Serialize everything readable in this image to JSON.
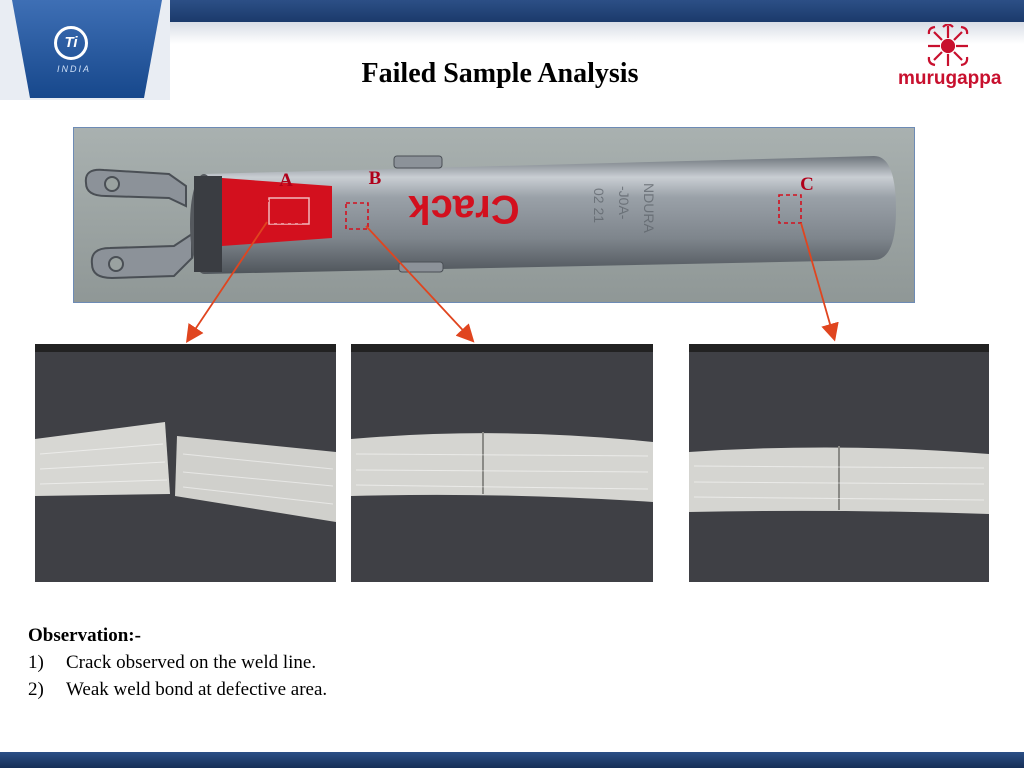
{
  "header": {
    "title": "Failed Sample Analysis",
    "left_logo_mark": "Ti",
    "left_logo_text": "INDIA",
    "right_logo_text": "murugappa"
  },
  "photo": {
    "markers": [
      "A",
      "B",
      "C"
    ],
    "tube_marking": "Crack"
  },
  "observation": {
    "heading": "Observation:-",
    "items": [
      {
        "num": "1)",
        "text": "Crack observed on the weld line."
      },
      {
        "num": "2)",
        "text": "Weak weld bond at defective area."
      }
    ]
  },
  "colors": {
    "brand_blue": "#1b3a6b",
    "arrow_red": "#e0451f",
    "murugappa_red": "#c8102e"
  }
}
